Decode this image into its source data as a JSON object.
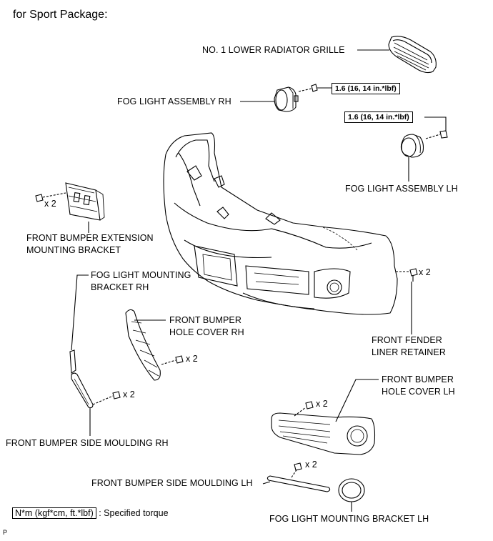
{
  "header": "for Sport Package:",
  "parts": {
    "lower_grille": "NO. 1 LOWER RADIATOR GRILLE",
    "fog_light_rh": "FOG LIGHT ASSEMBLY RH",
    "fog_light_lh": "FOG LIGHT ASSEMBLY LH",
    "ext_bracket_1": "FRONT BUMPER EXTENSION",
    "ext_bracket_2": "MOUNTING BRACKET",
    "fog_bracket_rh_1": "FOG LIGHT MOUNTING",
    "fog_bracket_rh_2": "BRACKET RH",
    "hole_cover_rh_1": "FRONT BUMPER",
    "hole_cover_rh_2": "HOLE COVER RH",
    "fender_retainer_1": "FRONT FENDER",
    "fender_retainer_2": "LINER RETAINER",
    "hole_cover_lh_1": "FRONT BUMPER",
    "hole_cover_lh_2": "HOLE COVER LH",
    "side_moulding_rh": "FRONT BUMPER SIDE MOULDING RH",
    "side_moulding_lh": "FRONT BUMPER SIDE MOULDING LH",
    "fog_bracket_lh": "FOG LIGHT MOUNTING BRACKET LH"
  },
  "torque": {
    "rh": "1.6 (16, 14 in.*lbf)",
    "lh": "1.6 (16, 14 in.*lbf)"
  },
  "quantities": {
    "ext_bracket": "x 2",
    "fender": "x 2",
    "hole_cover_rh": "x 2",
    "side_rh": "x 2",
    "hole_cover_lh": "x 2",
    "side_lh": "x 2"
  },
  "legend": {
    "box": "N*m (kgf*cm, ft.*lbf)",
    "text": ": Specified torque"
  },
  "corner_mark": "P"
}
